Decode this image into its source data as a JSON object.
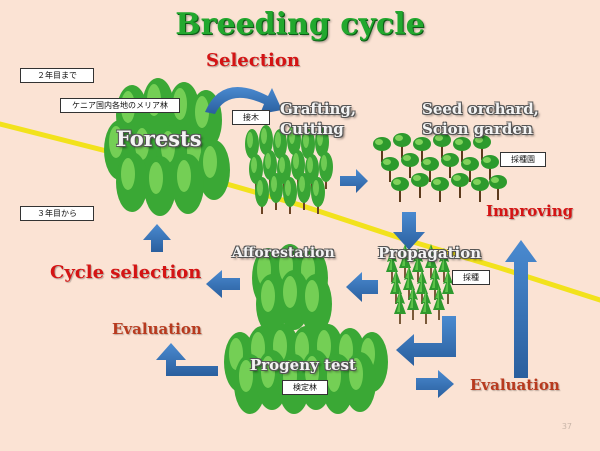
{
  "title": "Breeding cycle",
  "labels": {
    "selection": "Selection",
    "grafting": [
      "Grafting,",
      "Cutting"
    ],
    "seed_orchard": [
      "Seed orchard,",
      "Scion garden"
    ],
    "forests": "Forests",
    "improving": "Improving",
    "afforestation": "Afforestation",
    "propagation": "Propagation",
    "cycle_selection": "Cycle selection",
    "evaluation_left": "Evaluation",
    "progeny_test": "Progeny test",
    "evaluation_right": "Evaluation"
  },
  "boxes": {
    "year2": "２年目まで",
    "year3": "３年目から",
    "kenya_forest": "ケニア国内各地のメリア林",
    "scion": "接木",
    "orchard": "採種園",
    "seed_collection": "採種",
    "test_forest": "検定林"
  },
  "page_number": "37",
  "colors": {
    "background": "#fbe3d4",
    "title_green": "#22a82e",
    "arrow_blue": "#2f6db5",
    "label_red": "#d41414",
    "label_brown": "#b83a1e",
    "line_yellow": "#f2e21c",
    "tree_green": "#3fae3a"
  }
}
